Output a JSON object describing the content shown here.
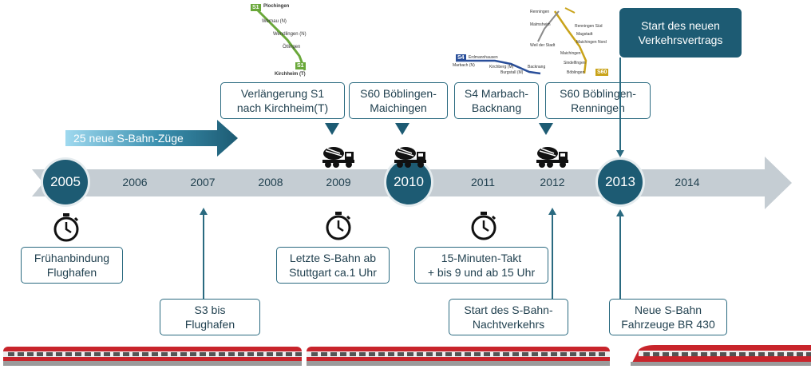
{
  "colors": {
    "primary": "#1d5b73",
    "axis": "#c5cdd3",
    "train_red": "#c8242b",
    "s1_green": "#6aa83a"
  },
  "banner": {
    "text": "25 neue S-Bahn-Züge"
  },
  "years": {
    "y2005": "2005",
    "y2006": "2006",
    "y2007": "2007",
    "y2008": "2008",
    "y2009": "2009",
    "y2010": "2010",
    "y2011": "2011",
    "y2012": "2012",
    "y2013": "2013",
    "y2014": "2014"
  },
  "events_top": {
    "s1": "Verlängerung S1\nnach Kirchheim(T)",
    "s60m": "S60 Böblingen-\nMaichingen",
    "s4": "S4 Marbach-\nBacknang",
    "s60r": "S60 Böblingen-\nRenningen",
    "vertrag": "Start des neuen\nVerkehrsvertrags"
  },
  "events_bottom": {
    "frueh": "Frühanbindung\nFlughafen",
    "s3": "S3 bis\nFlughafen",
    "letzte": "Letzte S-Bahn ab\nStuttgart ca.1 Uhr",
    "takt": "15-Minuten-Takt\n+ bis 9 und ab 15 Uhr",
    "nacht": "Start des S-Bahn-\nNachtverkehrs",
    "neue": "Neue S-Bahn\nFahrzeuge BR 430"
  },
  "maps": {
    "s1": {
      "line": "S1",
      "stations": [
        "Plochingen",
        "Wernau (N)",
        "Wendlingen (N)",
        "Ötlingen",
        "Kirchheim (T)"
      ]
    },
    "s4": {
      "line": "S4",
      "stations": [
        "Marbach (N)",
        "Erdmannhausen",
        "Kirchberg (M)",
        "Burgstall (M)",
        "Backnang"
      ]
    },
    "s60": {
      "line": "S60",
      "stations": [
        "Renningen",
        "Malmsheim",
        "Renningen Süd",
        "Magstadt",
        "Maichingen Nord",
        "Maichingen",
        "Sindelfingen",
        "Böblingen",
        "Weil der Stadt"
      ]
    }
  },
  "icons": {
    "stopwatch": "stopwatch-icon",
    "mixer": "concrete-mixer-truck-icon"
  }
}
